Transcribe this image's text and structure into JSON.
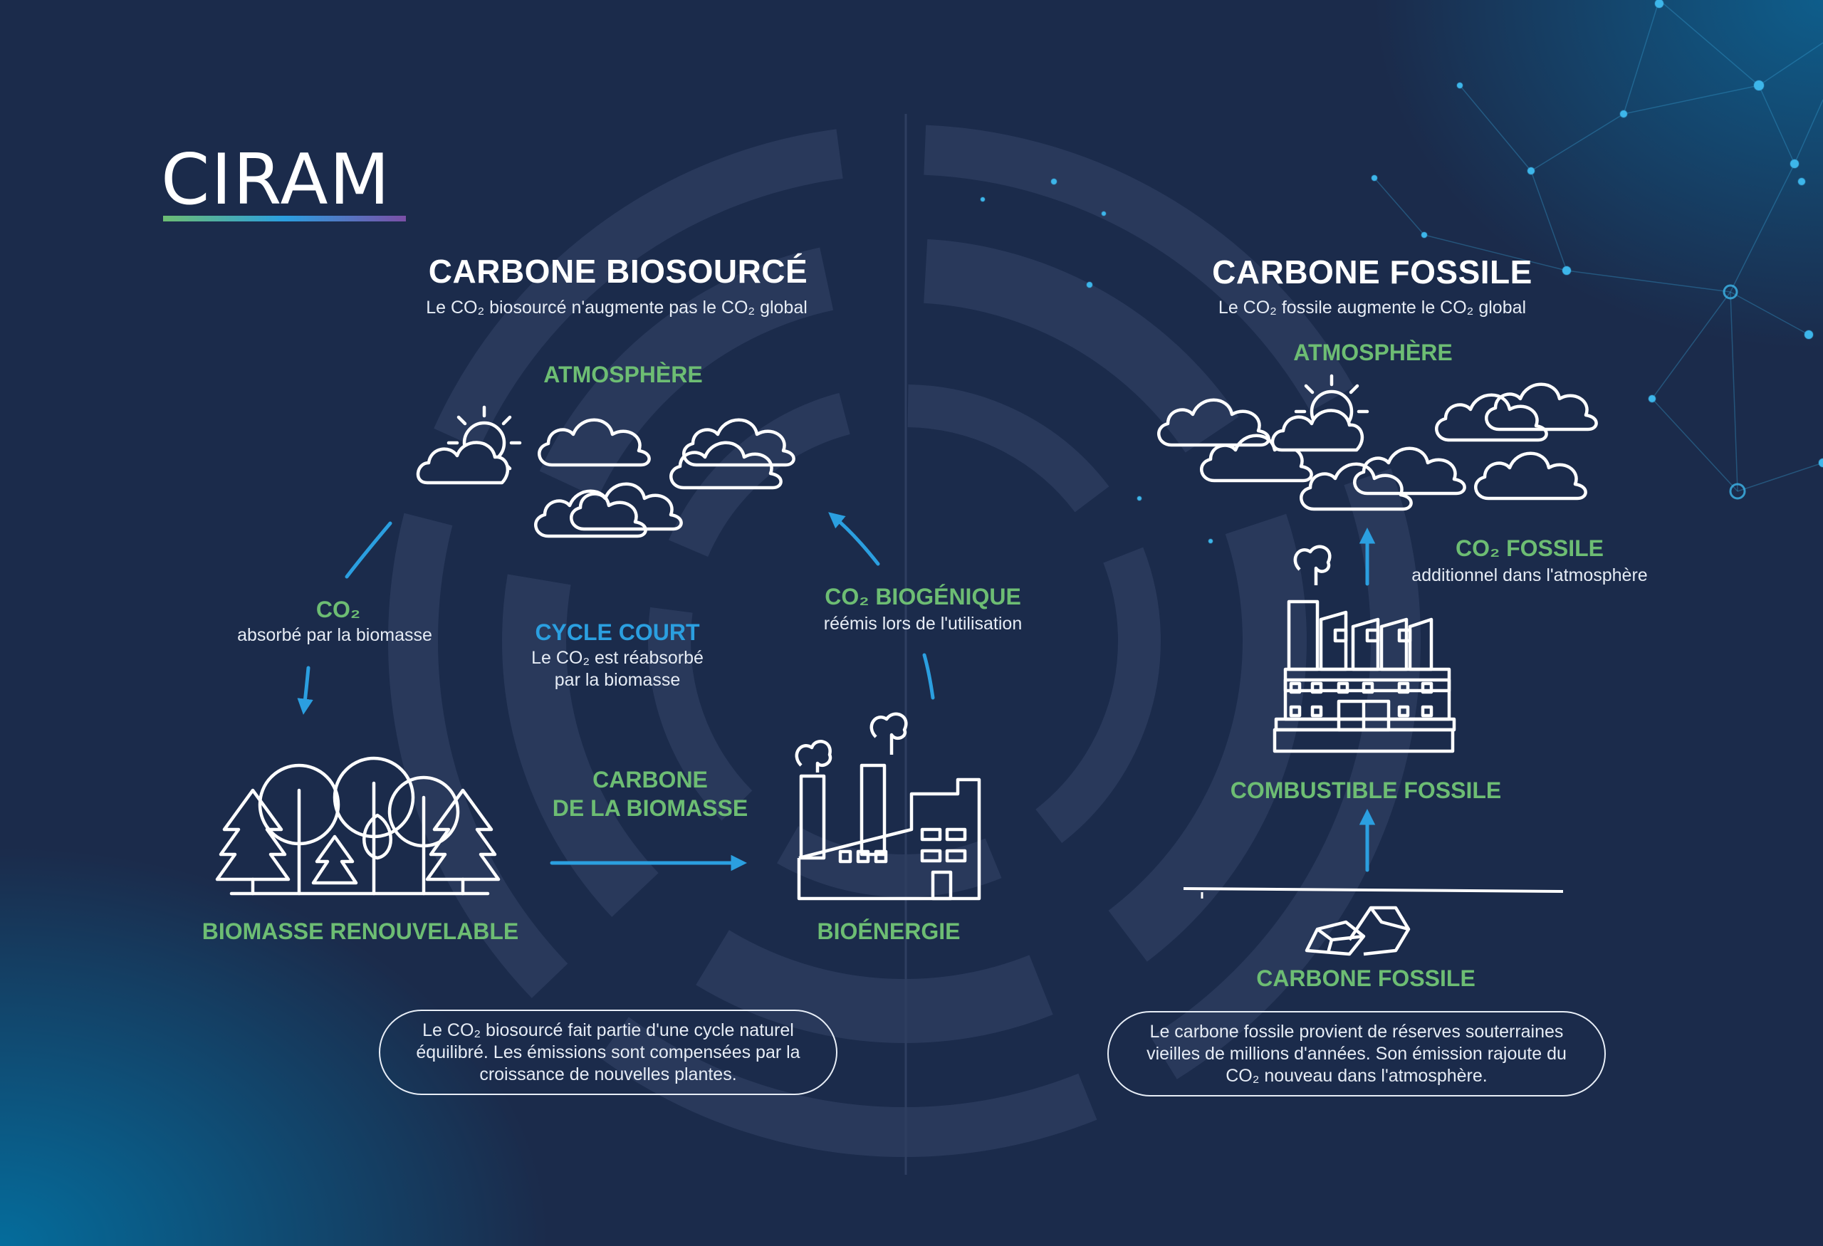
{
  "logo": {
    "text": "CIRAM"
  },
  "colors": {
    "background": "#1b2b4b",
    "accent_green": "#6dbd73",
    "accent_blue": "#2b9fe0",
    "line_white": "#ffffff"
  },
  "biosource": {
    "title": "CARBONE BIOSOURCÉ",
    "subtitle": "Le CO₂ biosourcé n'augmente pas le CO₂ global",
    "atmosphere_label": "ATMOSPHÈRE",
    "co2_label": "CO₂",
    "co2_desc": "absorbé par la biomasse",
    "cycle_title": "CYCLE COURT",
    "cycle_desc_1": "Le CO₂ est réabsorbé",
    "cycle_desc_2": "par la biomasse",
    "biogenic_label": "CO₂ BIOGÉNIQUE",
    "biogenic_desc": "réémis lors de l'utilisation",
    "biomass_carbon_1": "CARBONE",
    "biomass_carbon_2": "DE LA BIOMASSE",
    "biomass_label": "BIOMASSE RENOUVELABLE",
    "bioenergy_label": "BIOÉNERGIE",
    "note_1": "Le CO₂ biosourcé fait partie d'une cycle naturel",
    "note_2": "équilibré. Les émissions sont compensées par la",
    "note_3": "croissance de nouvelles plantes."
  },
  "fossil": {
    "title": "CARBONE FOSSILE",
    "subtitle": "Le CO₂ fossile augmente le CO₂ global",
    "atmosphere_label": "ATMOSPHÈRE",
    "co2_label": "CO₂ FOSSILE",
    "co2_desc": "additionnel dans l'atmosphère",
    "fuel_label": "COMBUSTIBLE FOSSILE",
    "carbon_label": "CARBONE FOSSILE",
    "note_1": "Le carbone fossile provient de réserves souterraines",
    "note_2": "vieilles de millions d'années. Son émission rajoute du",
    "note_3": "CO₂ nouveau dans l'atmosphère."
  },
  "icons": [
    "sun-cloud-icon",
    "cloud-icon",
    "forest-icon",
    "bioenergy-factory-icon",
    "fossil-factory-icon",
    "coal-icon",
    "arrow-icon",
    "network-decoration"
  ]
}
